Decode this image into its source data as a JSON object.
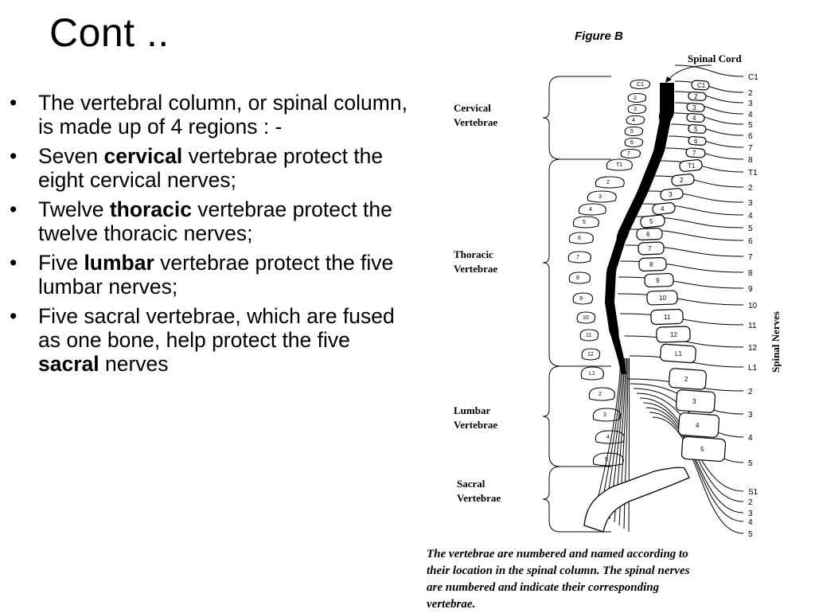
{
  "slide": {
    "title": "Cont .."
  },
  "bullet_symbol": "•",
  "bullets": [
    {
      "pre": "The vertebral column, or spinal column, is made up of 4 regions : -",
      "bold": "",
      "post": ""
    },
    {
      "pre": "Seven ",
      "bold": "cervical",
      "post": " vertebrae protect the eight cervical nerves;"
    },
    {
      "pre": " Twelve ",
      "bold": "thoracic",
      "post": " vertebrae protect the twelve thoracic nerves;"
    },
    {
      "pre": "Five ",
      "bold": "lumbar",
      "post": " vertebrae protect the five lumbar nerves;"
    },
    {
      "pre": " Five sacral vertebrae, which are fused as one bone, help protect the five ",
      "bold": "sacral",
      "post": " nerves"
    }
  ],
  "figure": {
    "title": "Figure B",
    "spinal_cord_label": "Spinal Cord",
    "spinal_nerves_label": "Spinal Nerves",
    "regions": [
      {
        "line1": "Cervical",
        "line2": "Vertebrae"
      },
      {
        "line1": "Thoracic",
        "line2": "Vertebrae"
      },
      {
        "line1": "Lumbar",
        "line2": "Vertebrae"
      },
      {
        "line1": "Sacral",
        "line2": "Vertebrae"
      }
    ],
    "nerve_labels": [
      "C1",
      "2",
      "3",
      "4",
      "5",
      "6",
      "7",
      "8",
      "T1",
      "2",
      "3",
      "4",
      "5",
      "6",
      "7",
      "8",
      "9",
      "10",
      "11",
      "12",
      "L1",
      "2",
      "3",
      "4",
      "5",
      "S1",
      "2",
      "3",
      "4",
      "5"
    ],
    "back_vertebra_labels": [
      "C1",
      "2",
      "3",
      "4",
      "5",
      "6",
      "7",
      "T1",
      "2",
      "3",
      "4",
      "5",
      "6",
      "7",
      "8",
      "9",
      "10",
      "11",
      "12",
      "L1",
      "2",
      "3",
      "4",
      "5"
    ],
    "body_vertebra_labels": [
      "C1",
      "2",
      "3",
      "4",
      "5",
      "6",
      "7",
      "T1",
      "2",
      "3",
      "4",
      "5",
      "6",
      "7",
      "8",
      "9",
      "10",
      "11",
      "12",
      "L1",
      "2",
      "3",
      "4",
      "5"
    ],
    "caption_lines": [
      "The vertebrae are numbered and named according to",
      "their location in the spinal column.  The spinal nerves",
      "are numbered and indicate their corresponding",
      "vertebrae."
    ]
  }
}
